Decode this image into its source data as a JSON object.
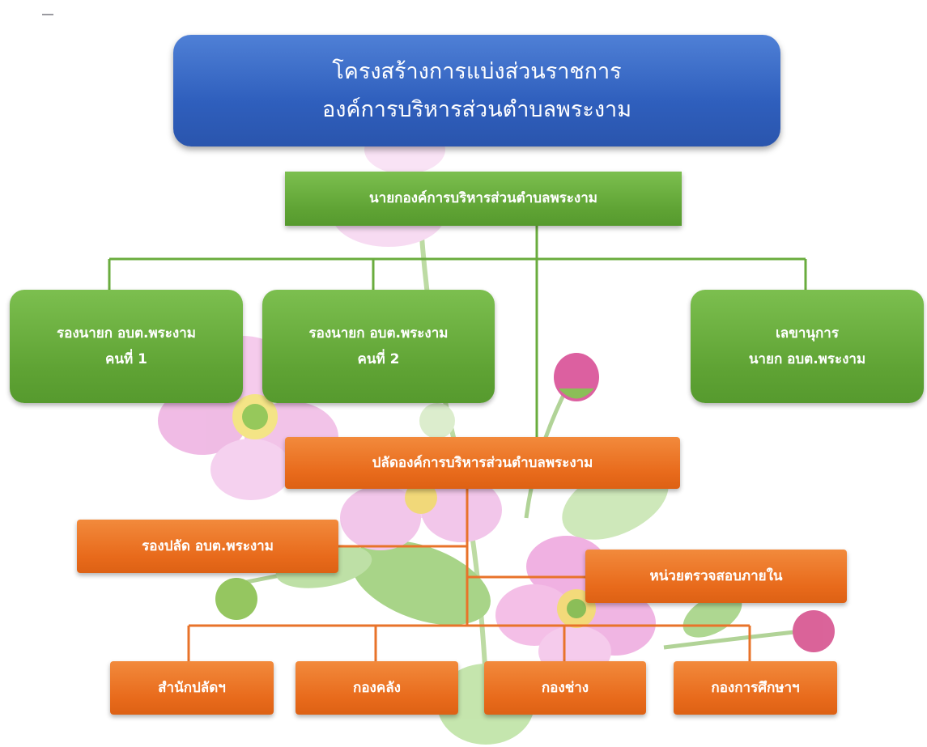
{
  "chart_data": {
    "type": "org-chart",
    "title_lines": [
      "โครงสร้างการแบ่งส่วนราชการ",
      "องค์การบริหารส่วนตำบลพระงาม"
    ],
    "nodes": {
      "mayor": "นายกองค์การบริหารส่วนตำบลพระงาม",
      "deputy1": [
        "รองนายก  อบต.พระงาม",
        "คนที่ 1"
      ],
      "deputy2": [
        "รองนายก  อบต.พระงาม",
        "คนที่ 2"
      ],
      "secretary": [
        "เลขานุการ",
        "นายก  อบต.พระงาม"
      ],
      "chief": "ปลัดองค์การบริหารส่วนตำบลพระงาม",
      "deputy_chief": "รองปลัด อบต.พระงาม",
      "audit": "หน่วยตรวจสอบภายใน",
      "divisions": [
        "สำนักปลัดฯ",
        "กองคลัง",
        "กองช่าง",
        "กองการศึกษาฯ"
      ]
    },
    "edges": [
      [
        "mayor",
        "deputy1"
      ],
      [
        "mayor",
        "deputy2"
      ],
      [
        "mayor",
        "secretary"
      ],
      [
        "mayor",
        "chief"
      ],
      [
        "chief",
        "deputy_chief"
      ],
      [
        "chief",
        "audit"
      ],
      [
        "chief",
        "division-0"
      ],
      [
        "chief",
        "division-1"
      ],
      [
        "chief",
        "division-2"
      ],
      [
        "chief",
        "division-3"
      ]
    ]
  },
  "colors": {
    "title_fill": "#3566c7",
    "green_fill": "#62a637",
    "orange_fill": "#e86d1f",
    "green_line": "#6aac3e",
    "orange_line": "#e8732a",
    "text": "#ffffff"
  },
  "decorations": [
    "pink-flower-background"
  ]
}
